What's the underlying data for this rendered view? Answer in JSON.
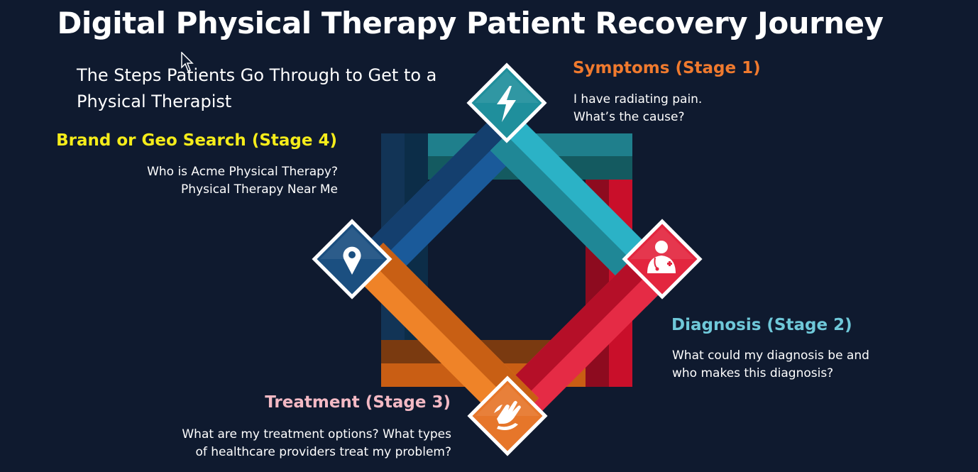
{
  "title": "Digital Physical Therapy Patient Recovery Journey",
  "subtitle": "The Steps Patients Go Through to Get to a Physical Therapist",
  "stages": {
    "symptoms": {
      "title": "Symptoms (Stage 1)",
      "line1": "I have radiating pain.",
      "line2": "What’s the cause?",
      "color": "#f07a2e",
      "icon": "lightning-icon"
    },
    "diagnosis": {
      "title": "Diagnosis (Stage 2)",
      "line1": "What could my diagnosis be and",
      "line2": "who makes this diagnosis?",
      "color": "#6fc8d9",
      "icon": "doctor-icon"
    },
    "treatment": {
      "title": "Treatment (Stage 3)",
      "line1": "What are my treatment options? What types",
      "line2": "of healthcare providers treat my problem?",
      "color": "#f3b9c4",
      "icon": "hands-icon"
    },
    "search": {
      "title": "Brand or Geo Search (Stage 4)",
      "line1": "Who is Acme Physical Therapy?",
      "line2": "Physical Therapy Near Me",
      "color": "#f5ec1a",
      "icon": "map-pin-icon"
    }
  },
  "colors": {
    "background": "#0f1a2f",
    "teal": "#2ab0c4",
    "red": "#e3263f",
    "orange": "#ea7a22",
    "navy": "#1d4f82"
  }
}
